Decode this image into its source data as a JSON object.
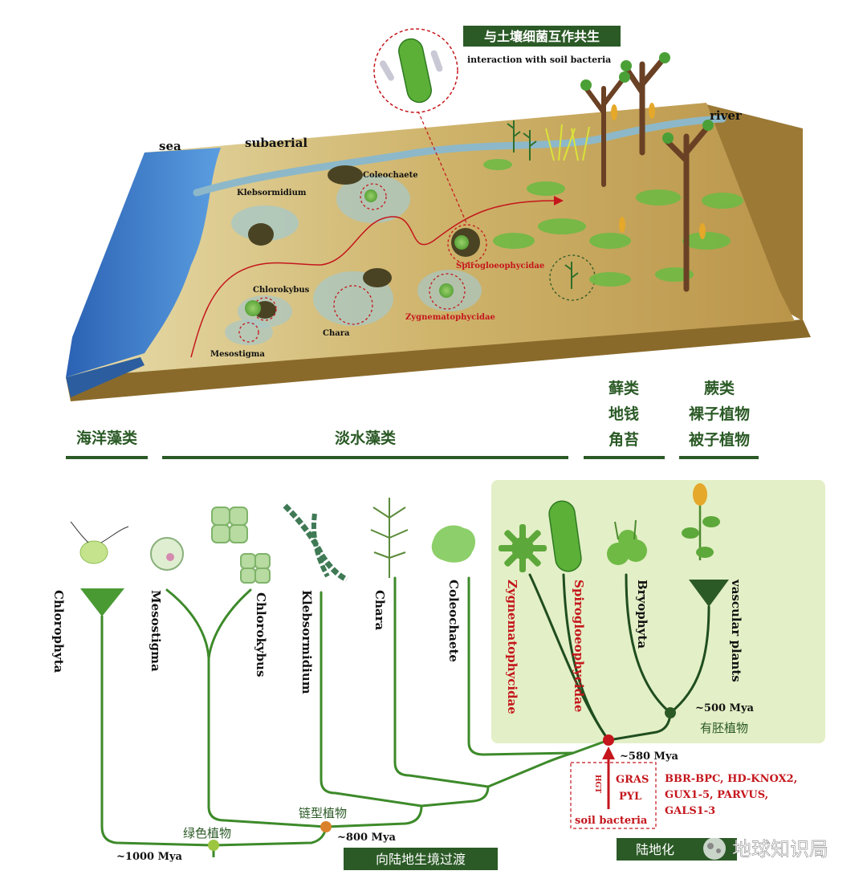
{
  "landscape": {
    "labels": {
      "sea": "sea",
      "subaerial": "subaerial",
      "river": "river",
      "klebsormidium": "Klebsormidium",
      "coleochaete": "Coleochaete",
      "chlorokybus": "Chlorokybus",
      "chara": "Chara",
      "mesostigma": "Mesostigma",
      "spirogloeophycidae": "Spirogloeophycidae",
      "zygnematophycidae": "Zygnematophycidae"
    },
    "bacteria_banner": "与土壤细菌互作共生",
    "bacteria_caption": "interaction with soil bacteria"
  },
  "headers": {
    "marine": "海洋藻类",
    "freshwater": "淡水藻类",
    "bryo_1": "藓类",
    "bryo_2": "地钱",
    "bryo_3": "角苔",
    "vasc_1": "蕨类",
    "vasc_2": "裸子植物",
    "vasc_3": "被子植物"
  },
  "tree": {
    "taxa": {
      "chlorophyta": "Chlorophyta",
      "mesostigma": "Mesostigma",
      "chlorokybus": "Chlorokybus",
      "klebsormidium": "Klebsormidium",
      "chara": "Chara",
      "coleochaete": "Coleochaete",
      "zygnematophycidae": "Zygnematophycidae",
      "spirogloeophycidae": "Spirogloeophycidae",
      "bryophyta": "Bryophyta",
      "vascular_plants": "vascular plants"
    },
    "nodes": {
      "mya_1000": "~1000 Mya",
      "green_plants": "绿色植物",
      "streptophyta": "链型植物",
      "mya_800": "~800 Mya",
      "mya_580": "~580 Mya",
      "mya_500": "~500 Mya",
      "embryophyta": "有胚植物"
    },
    "hgt": {
      "hgt_label": "HGT",
      "genes_1": "GRAS",
      "genes_2": "PYL",
      "soil": "soil bacteria",
      "genes_list_1": "BBR-BPC, HD-KNOX2,",
      "genes_list_2": "GUX1-5, PARVUS,",
      "genes_list_3": "GALS1-3"
    },
    "banners": {
      "transition": "向陆地生境过渡",
      "landing": "陆地化"
    }
  },
  "watermark": "地球知识局",
  "colors": {
    "branch_green": "#3d8a2a",
    "dark_green": "#2b5a26",
    "accent_red": "#c4161c",
    "node_orange": "#d9822b",
    "panel_green": "#e3efc6",
    "sea_blue": "#3a7bc8",
    "soil": "#c4a35e"
  }
}
